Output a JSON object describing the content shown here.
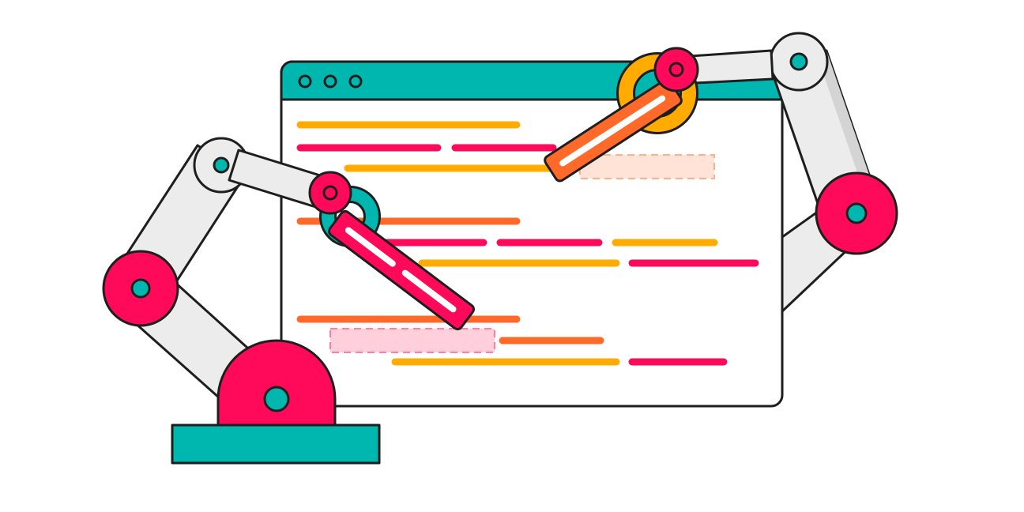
{
  "illustration": {
    "subject": "robot-arms-editing-browser-window",
    "colors": {
      "outline": "#1e1e1e",
      "teal": "#00b7b0",
      "pink": "#ff0a5a",
      "orange": "#ff6a2b",
      "amber": "#ffab00",
      "arm_gray": "#ececec",
      "arm_shadow": "#d4d4d4",
      "window_bg": "#ffffff",
      "pink_placeholder": "#ffd0dc",
      "orange_placeholder": "#ffe3d6"
    },
    "browser_window": {
      "titlebar_color": "#00b7b0",
      "titlebar_dots": 3
    },
    "code_lines": [
      {
        "color": "amber"
      },
      {
        "color": "pink"
      },
      {
        "color": "pink"
      },
      {
        "color": "amber"
      },
      {
        "color": "orange"
      },
      {
        "color": "pink"
      },
      {
        "color": "pink"
      },
      {
        "color": "amber"
      },
      {
        "color": "amber"
      },
      {
        "color": "pink"
      },
      {
        "color": "orange"
      },
      {
        "color": "orange"
      },
      {
        "color": "amber"
      },
      {
        "color": "pink"
      }
    ],
    "icons": {
      "left_arm": "robot-arm-icon",
      "right_arm": "robot-arm-icon",
      "left_tool": "pink-stick-tool-icon",
      "right_tool": "orange-stick-tool-icon"
    }
  }
}
